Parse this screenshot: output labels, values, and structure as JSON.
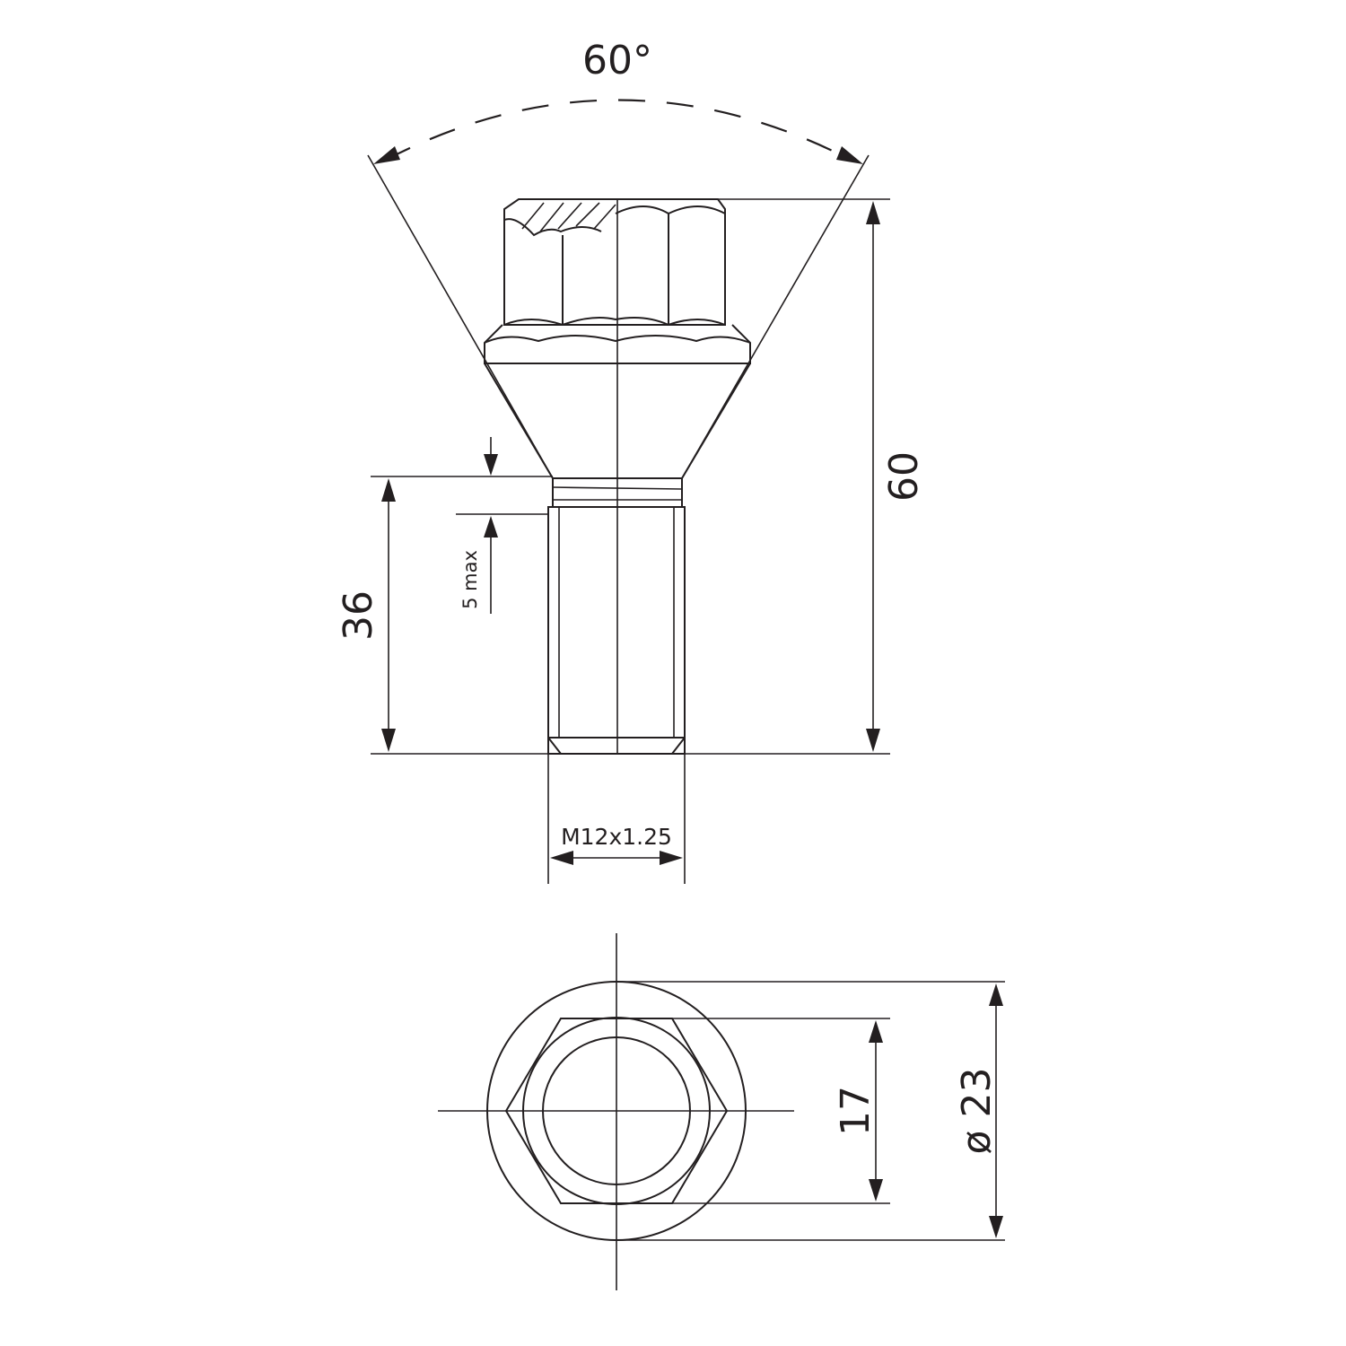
{
  "drawing": {
    "title": "",
    "colors": {
      "line": "#231f20",
      "background": "#ffffff"
    },
    "dimensions": {
      "cone_angle": "60°",
      "total_length": "60",
      "thread_length": "36",
      "thread_runout": "5 max",
      "thread_spec": "M12x1.25",
      "wrench_size": "17",
      "flange_diameter": "ø 23"
    }
  }
}
